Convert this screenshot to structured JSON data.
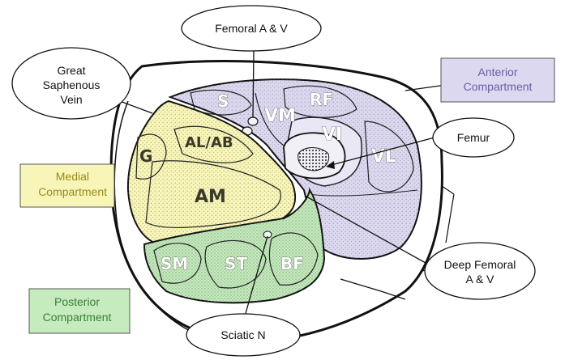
{
  "callouts": {
    "femoral": "Femoral A & V",
    "saphenous": [
      "Great",
      "Saphenous",
      "Vein"
    ],
    "femur": "Femur",
    "deep_femoral": [
      "Deep Femoral",
      "A & V"
    ],
    "sciatic": "Sciatic N"
  },
  "compartments": {
    "anterior": [
      "Anterior",
      "Compartment"
    ],
    "medial": [
      "Medial",
      "Compartment"
    ],
    "posterior": [
      "Posterior",
      "Compartment"
    ]
  },
  "muscles": {
    "s": "S",
    "rf": "RF",
    "vm": "VM",
    "vi": "VI",
    "vl": "VL",
    "g": "G",
    "al_ab": "AL/AB",
    "am": "AM",
    "sm": "SM",
    "st": "ST",
    "bf": "BF"
  },
  "colors": {
    "anterior": "#dcd8f0",
    "medial": "#f7f5b8",
    "posterior": "#c6ebbf",
    "outline": "#111111"
  }
}
